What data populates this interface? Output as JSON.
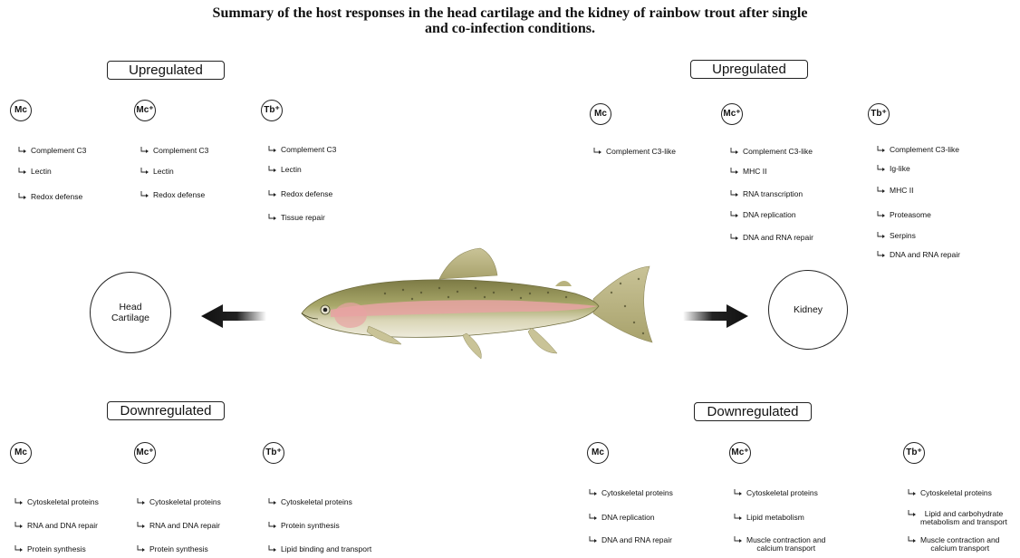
{
  "title": {
    "line1": "Summary of the host responses in the head cartilage and the kidney of rainbow trout after single",
    "line2": "and co-infection conditions."
  },
  "organs": {
    "left": {
      "line1": "Head",
      "line2": "Cartilage"
    },
    "right": {
      "label": "Kidney"
    }
  },
  "headers": {
    "left_up": "Upregulated",
    "right_up": "Upregulated",
    "left_down": "Downregulated",
    "right_down": "Downregulated"
  },
  "groups": {
    "left_up": [
      {
        "badge": "Mc",
        "items": [
          "Complement C3",
          "Lectin",
          "Redox defense"
        ]
      },
      {
        "badge": "Mc⁺",
        "items": [
          "Complement C3",
          "Lectin",
          "Redox defense"
        ]
      },
      {
        "badge": "Tb⁺",
        "items": [
          "Complement C3",
          "Lectin",
          "Redox defense",
          "Tissue repair"
        ]
      }
    ],
    "right_up": [
      {
        "badge": "Mc",
        "items": [
          "Complement C3-like"
        ]
      },
      {
        "badge": "Mc⁺",
        "items": [
          "Complement C3-like",
          "MHC II",
          "RNA transcription",
          "DNA replication",
          "DNA and RNA repair"
        ]
      },
      {
        "badge": "Tb⁺",
        "items": [
          "Complement C3-like",
          "Ig-like",
          "MHC II",
          "Proteasome",
          "Serpins",
          "DNA and RNA repair"
        ]
      }
    ],
    "left_down": [
      {
        "badge": "Mc",
        "items": [
          "Cytoskeletal proteins",
          "RNA and DNA repair",
          "Protein synthesis"
        ]
      },
      {
        "badge": "Mc⁺",
        "items": [
          "Cytoskeletal proteins",
          "RNA and DNA repair",
          "Protein synthesis"
        ]
      },
      {
        "badge": "Tb⁺",
        "items": [
          "Cytoskeletal proteins",
          "Protein synthesis",
          "Lipid binding and transport"
        ]
      }
    ],
    "right_down": [
      {
        "badge": "Mc",
        "items": [
          "Cytoskeletal proteins",
          "DNA replication",
          "DNA and RNA repair"
        ]
      },
      {
        "badge": "Mc⁺",
        "items": [
          "Cytoskeletal proteins",
          "Lipid metabolism",
          "Muscle contraction and|calcium transport"
        ]
      },
      {
        "badge": "Tb⁺",
        "items": [
          "Cytoskeletal proteins",
          "Lipid and carbohydrate|metabolism and transport",
          "Muscle contraction and|calcium transport"
        ]
      }
    ]
  },
  "colors": {
    "ink": "#111111",
    "fish_body": "#a9a86a",
    "fish_stripe": "#e8a3a3",
    "fish_belly": "#e7e3cf"
  }
}
